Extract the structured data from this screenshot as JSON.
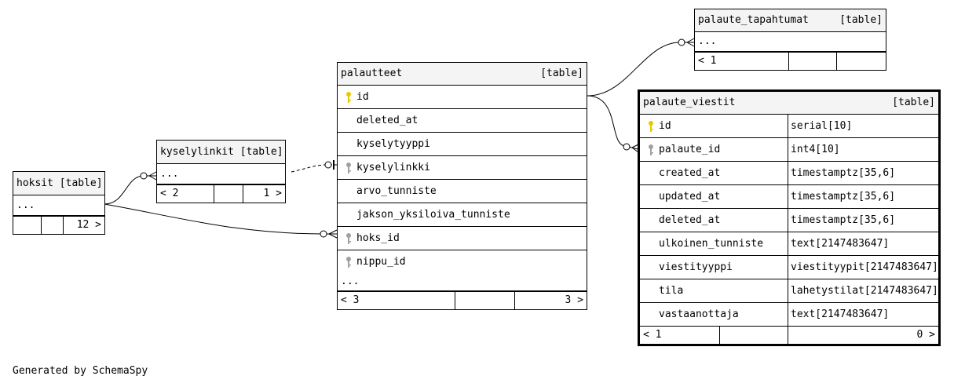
{
  "footer": {
    "generated_by": "Generated by SchemaSpy"
  },
  "tables": {
    "hoksit": {
      "title": "hoksit [table]",
      "ellipsis": "...",
      "footer": [
        "",
        "",
        "12 >"
      ]
    },
    "kyselylinkit": {
      "title": "kyselylinkit [table]",
      "ellipsis": "...",
      "footer": [
        "< 2",
        "",
        "1 >"
      ]
    },
    "palautteet": {
      "title": "palautteet",
      "tag": "[table]",
      "columns": [
        {
          "name": "id",
          "key": "primary"
        },
        {
          "name": "deleted_at",
          "key": "none"
        },
        {
          "name": "kyselytyyppi",
          "key": "none"
        },
        {
          "name": "kyselylinkki",
          "key": "foreign"
        },
        {
          "name": "arvo_tunniste",
          "key": "none"
        },
        {
          "name": "jakson_yksiloiva_tunniste",
          "key": "none"
        },
        {
          "name": "hoks_id",
          "key": "foreign"
        },
        {
          "name": "nippu_id",
          "key": "foreign"
        }
      ],
      "ellipsis": "...",
      "footer": [
        "< 3",
        "",
        "3 >"
      ]
    },
    "palaute_tapahtumat": {
      "title": "palaute_tapahtumat",
      "tag": "[table]",
      "ellipsis": "...",
      "footer": [
        "< 1",
        "",
        ""
      ]
    },
    "palaute_viestit": {
      "title": "palaute_viestit",
      "tag": "[table]",
      "columns": [
        {
          "name": "id",
          "type": "serial[10]",
          "key": "primary"
        },
        {
          "name": "palaute_id",
          "type": "int4[10]",
          "key": "foreign"
        },
        {
          "name": "created_at",
          "type": "timestamptz[35,6]",
          "key": "none"
        },
        {
          "name": "updated_at",
          "type": "timestamptz[35,6]",
          "key": "none"
        },
        {
          "name": "deleted_at",
          "type": "timestamptz[35,6]",
          "key": "none"
        },
        {
          "name": "ulkoinen_tunniste",
          "type": "text[2147483647]",
          "key": "none"
        },
        {
          "name": "viestityyppi",
          "type": "viestityypit[2147483647]",
          "key": "none"
        },
        {
          "name": "tila",
          "type": "lahetystilat[2147483647]",
          "key": "none"
        },
        {
          "name": "vastaanottaja",
          "type": "text[2147483647]",
          "key": "none"
        }
      ],
      "footer": [
        "< 1",
        "",
        "0 >"
      ]
    }
  },
  "colors": {
    "primary_key": "#e6c800",
    "foreign_key": "#a0a0a0",
    "header_bg": "#f4f4f4"
  },
  "relationships": [
    {
      "from": "hoksit",
      "to": "kyselylinkit",
      "style": "solid"
    },
    {
      "from": "hoksit",
      "to": "palautteet.hoks_id",
      "style": "solid"
    },
    {
      "from": "kyselylinkit",
      "to": "palautteet.kyselylinkki",
      "style": "dashed"
    },
    {
      "from": "palautteet.id",
      "to": "palaute_tapahtumat",
      "style": "solid"
    },
    {
      "from": "palautteet.id",
      "to": "palaute_viestit.palaute_id",
      "style": "solid"
    }
  ]
}
